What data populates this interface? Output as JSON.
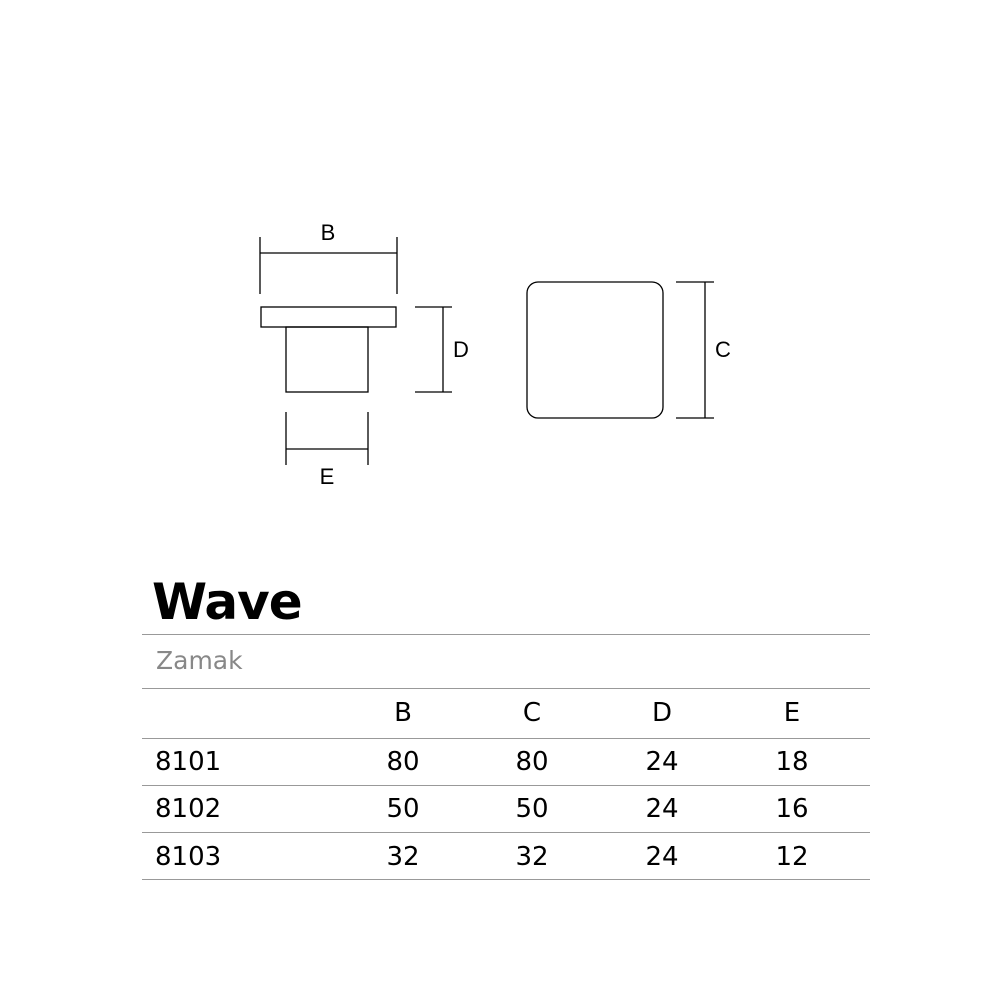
{
  "diagram": {
    "labels": {
      "B": "B",
      "C": "C",
      "D": "D",
      "E": "E"
    }
  },
  "product": {
    "title": "Wave",
    "material": "Zamak"
  },
  "table": {
    "headers": [
      "",
      "B",
      "C",
      "D",
      "E"
    ],
    "rows": [
      [
        "8101",
        "80",
        "80",
        "24",
        "18"
      ],
      [
        "8102",
        "50",
        "50",
        "24",
        "16"
      ],
      [
        "8103",
        "32",
        "32",
        "24",
        "12"
      ]
    ]
  }
}
